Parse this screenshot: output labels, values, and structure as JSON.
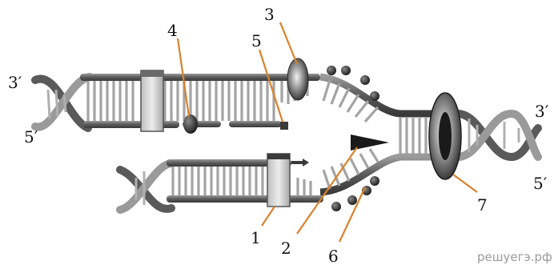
{
  "diagram": {
    "strand_ends": {
      "top_left_3": "3′",
      "top_left_5": "5′",
      "right_3": "3′",
      "right_5": "5′"
    },
    "callouts": {
      "c1": "1",
      "c2": "2",
      "c3": "3",
      "c4": "4",
      "c5": "5",
      "c6": "6",
      "c7": "7"
    },
    "colors": {
      "backbone": "#6e6e6e",
      "backbone_dark": "#3a3a3a",
      "rungs": "#9c9c9c",
      "callout_line": "#d9822b",
      "protein_dark": "#2a2a2a",
      "protein_light": "#d6d6d6"
    }
  },
  "watermark": "решуегэ.рф"
}
